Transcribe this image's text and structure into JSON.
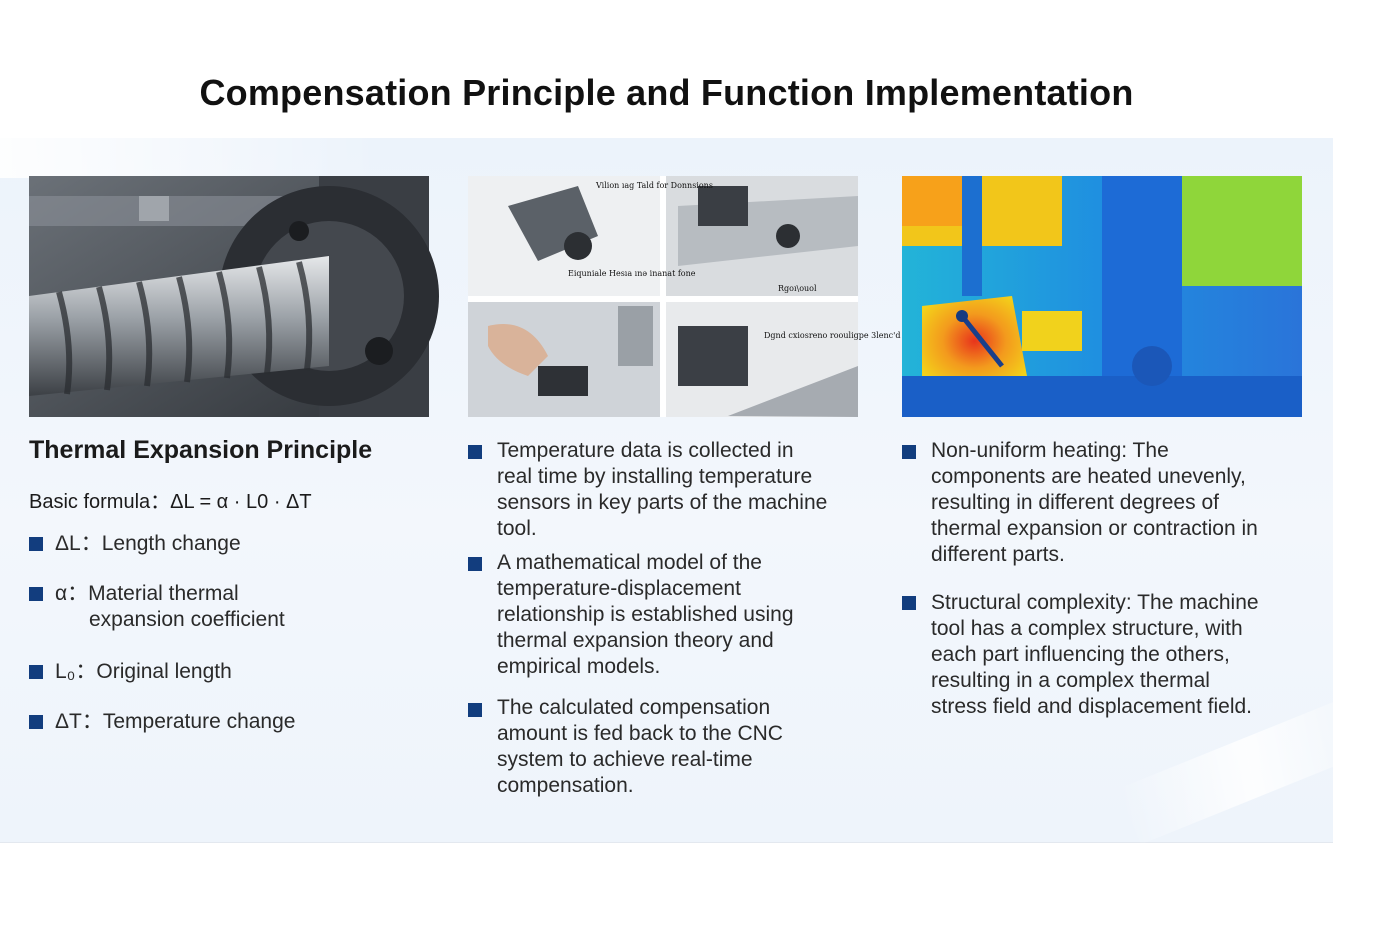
{
  "title": "Compensation Principle and Function Implementation",
  "col1": {
    "heading": "Thermal Expansion Principle",
    "formula": "Basic formula：ΔL = α  ·  L0  ·  ΔT",
    "items": [
      {
        "line1": "ΔL：Length change",
        "line2": ""
      },
      {
        "line1": "α：Material thermal",
        "line2": "expansion coefficient"
      },
      {
        "line1": "L₀：Original length",
        "line2": ""
      },
      {
        "line1": "ΔT：Temperature change",
        "line2": ""
      }
    ]
  },
  "col2": {
    "image_labels": [
      "Vilion ıag Tald for Donnsions",
      "Eiquniale Hesıa ınə inanat fone",
      "Rgoı\\ouol",
      "Dgnd cxiosreno roouligpe 3lenc'd"
    ],
    "items": [
      [
        "Temperature data is collected in",
        "real time by installing temperature",
        "sensors in key parts of the machine",
        "tool."
      ],
      [
        "A mathematical model of the",
        "temperature-displacement",
        "relationship is established using",
        "thermal expansion theory and",
        "empirical models."
      ],
      [
        "The calculated compensation",
        "amount is fed back to the CNC",
        "system to achieve real-time",
        "compensation."
      ]
    ]
  },
  "col3": {
    "items": [
      [
        "Non-uniform heating: The",
        "components are heated unevenly,",
        "resulting in different degrees of",
        "thermal expansion or contraction in",
        "different parts."
      ],
      [
        "Structural complexity: The machine",
        "tool has a complex structure, with",
        "each part influencing the others,",
        "resulting in a complex thermal",
        "stress field and displacement field."
      ]
    ]
  },
  "colors": {
    "bullet": "#123d7e",
    "band": "#eef4fb"
  }
}
